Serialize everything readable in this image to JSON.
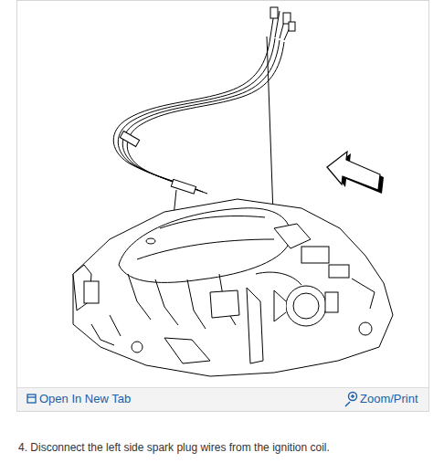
{
  "diagram": {
    "caption": "4. Disconnect the left side spark plug wires from the ignition coil.",
    "labels": [
      "Open In New Tab",
      "Zoom/Print"
    ]
  }
}
